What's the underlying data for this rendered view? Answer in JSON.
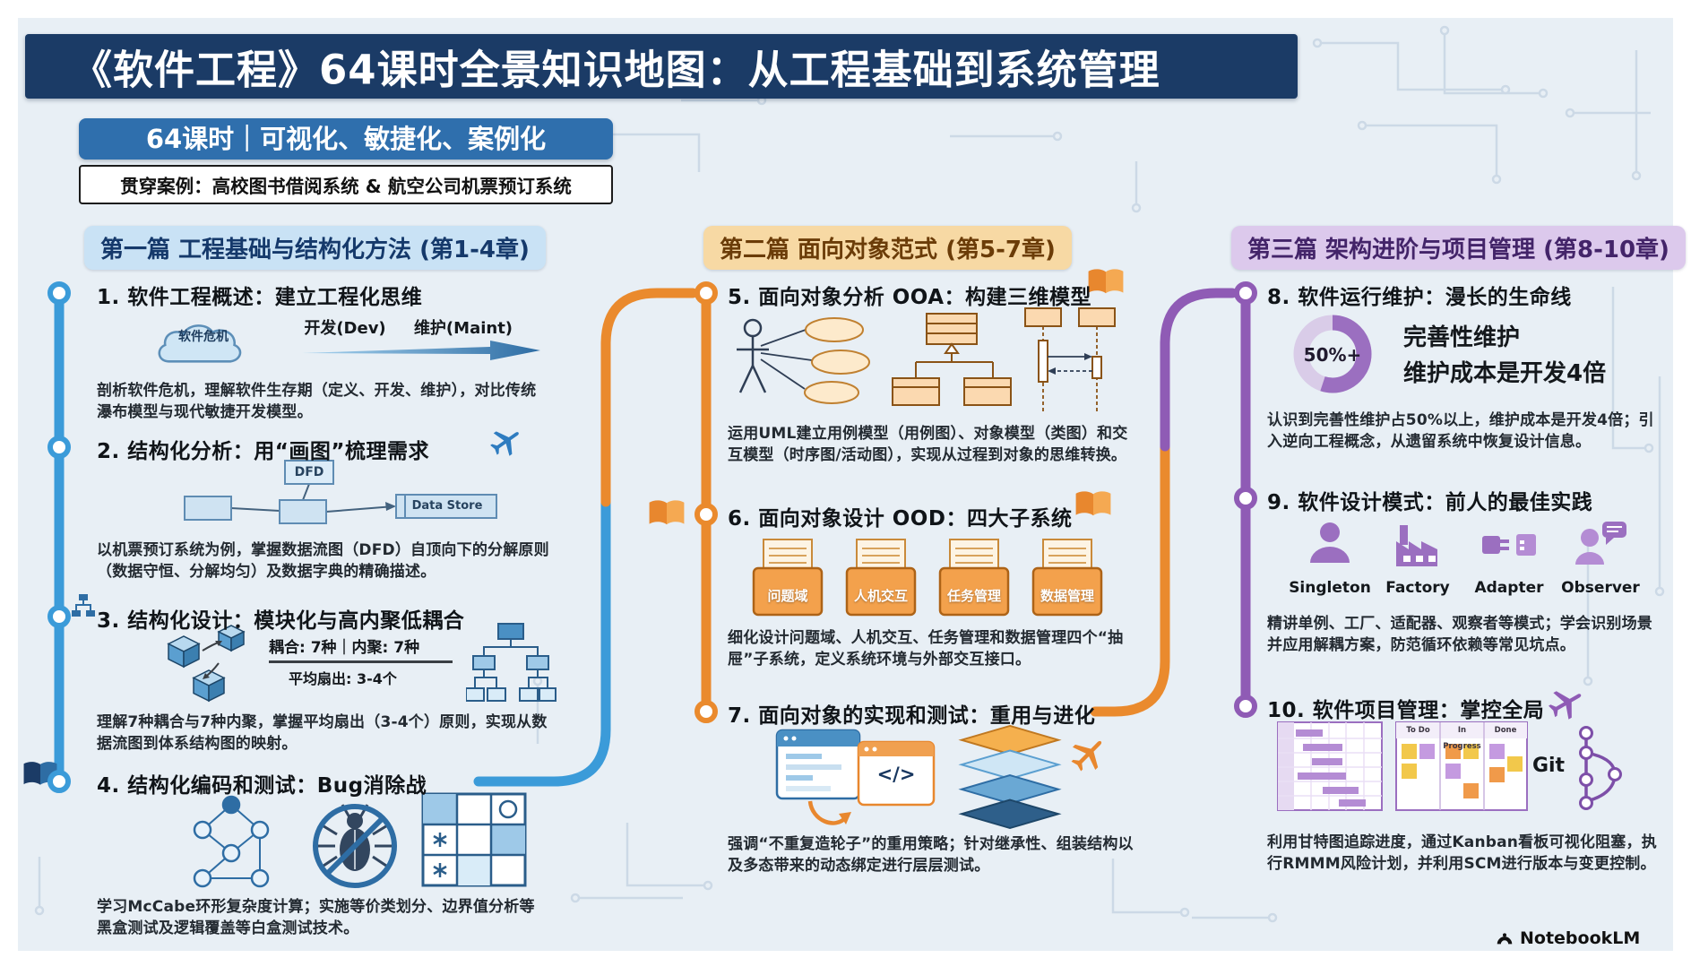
{
  "meta": {
    "brand": "NotebookLM"
  },
  "colors": {
    "navy": "#1b3b66",
    "blue": "#3b9bd9",
    "orange": "#ea8a2d",
    "purple": "#8f5bb5",
    "bg": "#e8eff5"
  },
  "header": {
    "title": "《软件工程》64课时全景知识地图：从工程基础到系统管理"
  },
  "intro": {
    "badge": "64课时｜可视化、敏捷化、案例化",
    "case_note": "贯穿案例：高校图书借阅系统 & 航空公司机票预订系统"
  },
  "columns": {
    "c1": {
      "label": "第一篇 工程基础与结构化方法 (第1-4章)"
    },
    "c2": {
      "label": "第二篇 面向对象范式 (第5-7章)"
    },
    "c3": {
      "label": "第三篇 架构进阶与项目管理 (第8-10章)"
    }
  },
  "sections": {
    "s1": {
      "title": "1. 软件工程概述：建立工程化思维",
      "cloud": "软件危机",
      "dev": "开发(Dev)",
      "maint": "维护(Maint)",
      "body": "剖析软件危机，理解软件生存期（定义、开发、维护），对比传统瀑布模型与现代敏捷开发模型。"
    },
    "s2": {
      "title": "2. 结构化分析：用“画图”梳理需求",
      "dfd": "DFD",
      "datastore": "Data Store",
      "body": "以机票预订系统为例，掌握数据流图（DFD）自顶向下的分解原则（数据守恒、分解均匀）及数据字典的精确描述。"
    },
    "s3": {
      "title": "3. 结构化设计：模块化与高内聚低耦合",
      "metric_top": "耦合: 7种｜内聚: 7种",
      "metric_bottom": "平均扇出: 3-4个",
      "body": "理解7种耦合与7种内聚，掌握平均扇出（3-4个）原则，实现从数据流图到体系结构图的映射。"
    },
    "s4": {
      "title": "4. 结构化编码和测试：Bug消除战",
      "body": "学习McCabe环形复杂度计算；实施等价类划分、边界值分析等黑盒测试及逻辑覆盖等白盒测试技术。"
    },
    "s5": {
      "title": "5. 面向对象分析 OOA：构建三维模型",
      "body": "运用UML建立用例模型（用例图）、对象模型（类图）和交互模型（时序图/活动图），实现从过程到对象的思维转换。"
    },
    "s6": {
      "title": "6. 面向对象设计 OOD：四大子系统",
      "folders": [
        "问题域",
        "人机交互",
        "任务管理",
        "数据管理"
      ],
      "body": "细化设计问题域、人机交互、任务管理和数据管理四个“抽屉”子系统，定义系统环境与外部交互接口。"
    },
    "s7": {
      "title": "7. 面向对象的实现和测试：重用与进化",
      "code_glyph": "</>",
      "body": "强调“不重复造轮子”的重用策略；针对继承性、组装结构以及多态带来的动态绑定进行层层测试。"
    },
    "s8": {
      "title": "8. 软件运行维护：漫长的生命线",
      "donut_label": "50%+",
      "highlight1": "完善性维护",
      "highlight2": "维护成本是开发4倍",
      "body": "认识到完善性维护占50%以上，维护成本是开发4倍；引入逆向工程概念，从遗留系统中恢复设计信息。"
    },
    "s9": {
      "title": "9. 软件设计模式：前人的最佳实践",
      "patterns": [
        "Singleton",
        "Factory",
        "Adapter",
        "Observer"
      ],
      "body": "精讲单例、工厂、适配器、观察者等模式；学会识别场景并应用解耦方案，防范循环依赖等常见坑点。"
    },
    "s10": {
      "title": "10. 软件项目管理：掌控全局",
      "kanban": [
        "To Do",
        "In Progress",
        "Done"
      ],
      "git_label": "Git",
      "body": "利用甘特图追踪进度，通过Kanban看板可视化阻塞，执行RMMM风险计划，并利用SCM进行版本与变更控制。"
    }
  }
}
